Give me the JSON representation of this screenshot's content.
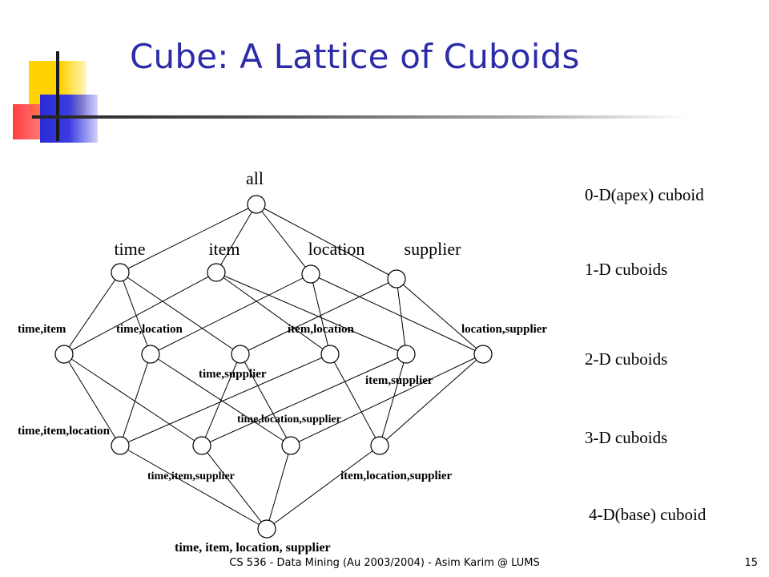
{
  "slide": {
    "title": "Cube: A Lattice of Cuboids",
    "footer": "CS 536 - Data Mining (Au 2003/2004) - Asim Karim @ LUMS",
    "page_number": "15"
  },
  "level_labels": [
    "0-D(apex) cuboid",
    "1-D cuboids",
    "2-D cuboids",
    "3-D cuboids",
    "4-D(base) cuboid"
  ],
  "lattice": {
    "nodes": [
      {
        "id": "all",
        "label": "all"
      },
      {
        "id": "t",
        "label": "time"
      },
      {
        "id": "i",
        "label": "item"
      },
      {
        "id": "l",
        "label": "location"
      },
      {
        "id": "s",
        "label": "supplier"
      },
      {
        "id": "ti",
        "label": "time,item"
      },
      {
        "id": "tl",
        "label": "time,location"
      },
      {
        "id": "ts",
        "label": "time,supplier"
      },
      {
        "id": "il",
        "label": "item,location"
      },
      {
        "id": "is",
        "label": "item,supplier"
      },
      {
        "id": "ls",
        "label": "location,supplier"
      },
      {
        "id": "til",
        "label": "time,item,location"
      },
      {
        "id": "tis",
        "label": "time,item,supplier"
      },
      {
        "id": "tls",
        "label": "time,location,supplier"
      },
      {
        "id": "ils",
        "label": "item,location,supplier"
      },
      {
        "id": "base",
        "label": "time, item, location, supplier"
      }
    ],
    "edges": [
      [
        "all",
        "t"
      ],
      [
        "all",
        "i"
      ],
      [
        "all",
        "l"
      ],
      [
        "all",
        "s"
      ],
      [
        "t",
        "ti"
      ],
      [
        "t",
        "tl"
      ],
      [
        "t",
        "ts"
      ],
      [
        "i",
        "ti"
      ],
      [
        "i",
        "il"
      ],
      [
        "i",
        "is"
      ],
      [
        "l",
        "tl"
      ],
      [
        "l",
        "il"
      ],
      [
        "l",
        "ls"
      ],
      [
        "s",
        "ts"
      ],
      [
        "s",
        "is"
      ],
      [
        "s",
        "ls"
      ],
      [
        "ti",
        "til"
      ],
      [
        "ti",
        "tis"
      ],
      [
        "tl",
        "til"
      ],
      [
        "tl",
        "tls"
      ],
      [
        "ts",
        "tis"
      ],
      [
        "ts",
        "tls"
      ],
      [
        "il",
        "til"
      ],
      [
        "il",
        "ils"
      ],
      [
        "is",
        "tis"
      ],
      [
        "is",
        "ils"
      ],
      [
        "ls",
        "tls"
      ],
      [
        "ls",
        "ils"
      ],
      [
        "til",
        "base"
      ],
      [
        "tis",
        "base"
      ],
      [
        "tls",
        "base"
      ],
      [
        "ils",
        "base"
      ]
    ]
  }
}
